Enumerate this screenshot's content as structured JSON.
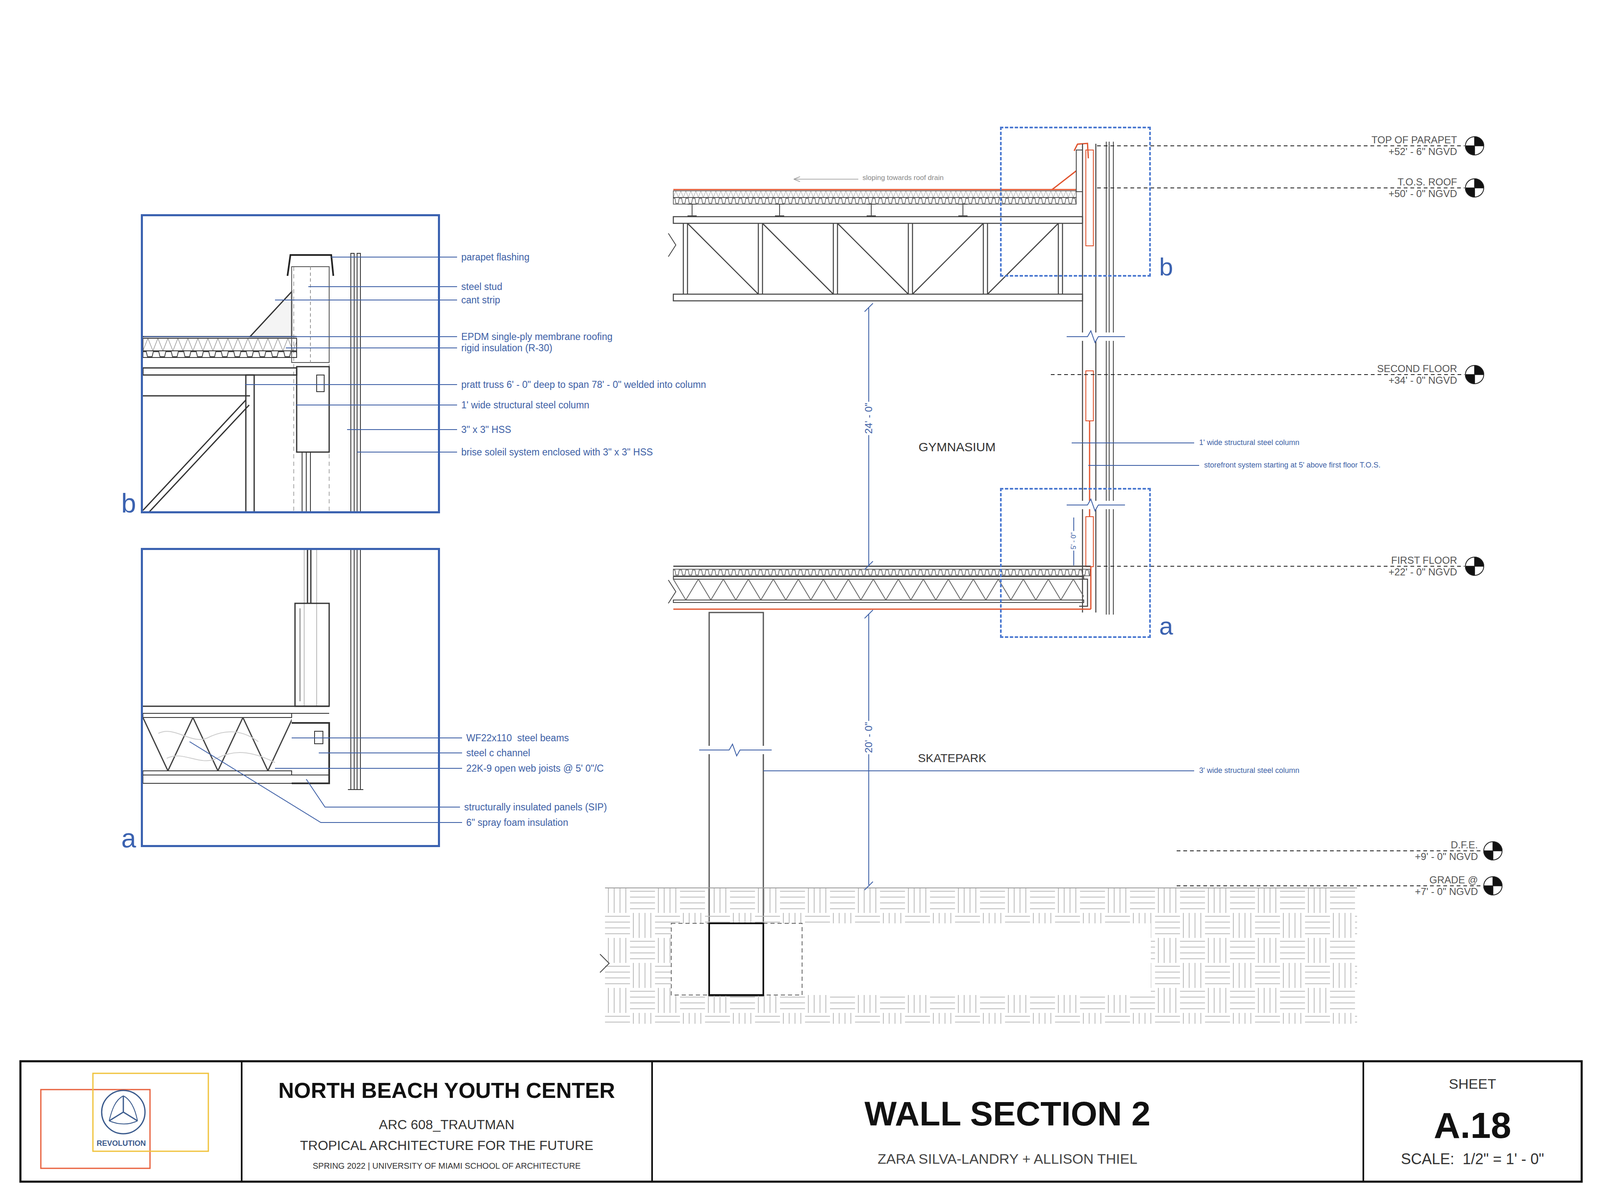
{
  "diagram": {
    "nodes": [
      {
        "text": [
          "b"
        ]
      },
      {
        "text": [
          "a"
        ]
      },
      {
        "text": [
          "b"
        ]
      },
      {
        "text": [
          "a"
        ]
      },
      {
        "text": [
          "REVOLUTION"
        ]
      },
      {
        "text": [
          "NORTH BEACH YOUTH CENTER",
          "ARC 608_TRAUTMAN",
          "TROPICAL ARCHITECTURE FOR THE FUTURE",
          "SPRING 2022 | UNIVERSITY OF MIAMI SCHOOL OF ARCHITECTURE"
        ]
      },
      {
        "text": [
          "WALL SECTION 2",
          "ZARA SILVA-LANDRY + ALLISON THIEL"
        ]
      },
      {
        "text": [
          "SHEET",
          "A.18",
          "SCALE:  1/2\" = 1' - 0\""
        ]
      }
    ],
    "labels": [
      "parapet flashing",
      "steel stud",
      "cant strip",
      "EPDM single-ply membrane roofing",
      "rigid insulation (R-30)",
      "pratt truss 6' - 0\" deep to span 78' - 0\" welded into column",
      "1' wide structural steel column",
      "3\" x 3\" HSS",
      "brise soleil system enclosed with 3\" x 3\" HSS",
      "WF22x110  steel beams",
      "steel c channel",
      "22K-9 open web joists @ 5' 0\"/C",
      "structurally insulated panels (SIP)",
      "6\" spray foam insulation",
      "sloping towards roof drain",
      "TOP OF PARAPET",
      "+52' - 6\" NGVD",
      "T.O.S. ROOF",
      "+50' - 0\" NGVD",
      "SECOND FLOOR",
      "+34' - 0\" NGVD",
      "1' wide structural steel column",
      "storefront system starting at 5' above first floor T.O.S.",
      "GYMNASIUM",
      "24' - 0\"",
      "5' - 0\"",
      "FIRST FLOOR",
      "+22' - 0\" NGVD",
      "20' - 0\"",
      "SKATEPARK",
      "3' wide structural steel column",
      "D.F.E.",
      "+9' - 0\" NGVD",
      "GRADE @",
      "+7' - 0\" NGVD"
    ]
  }
}
